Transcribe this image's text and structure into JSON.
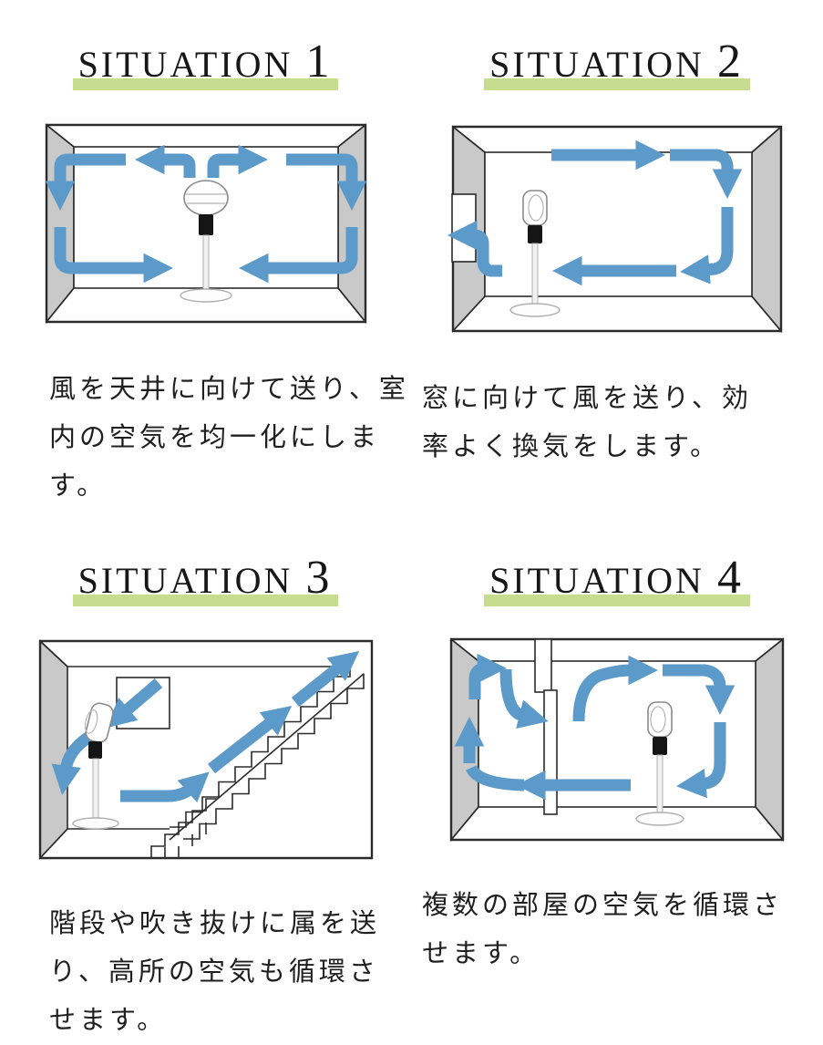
{
  "colors": {
    "arrow": "#5b9ac9",
    "highlight": "#c6dc8e",
    "wall": "#c9c9c9",
    "line": "#2b2b2b",
    "text": "#1f1f1f"
  },
  "panels": [
    {
      "title_word": "SITUATION",
      "title_num": "1",
      "description": "風を天井に向けて送り、室\n内の空気を均一化にします。"
    },
    {
      "title_word": "SITUATION",
      "title_num": "2",
      "description": "窓に向けて風を送り、効\n率よく換気をします。"
    },
    {
      "title_word": "SITUATION",
      "title_num": "3",
      "description": "階段や吹き抜けに属を送\nり、高所の空気も循環さ\nせます。"
    },
    {
      "title_word": "SITUATION",
      "title_num": "4",
      "description": "複数の部屋の空気を循環さ\nせます。"
    }
  ]
}
